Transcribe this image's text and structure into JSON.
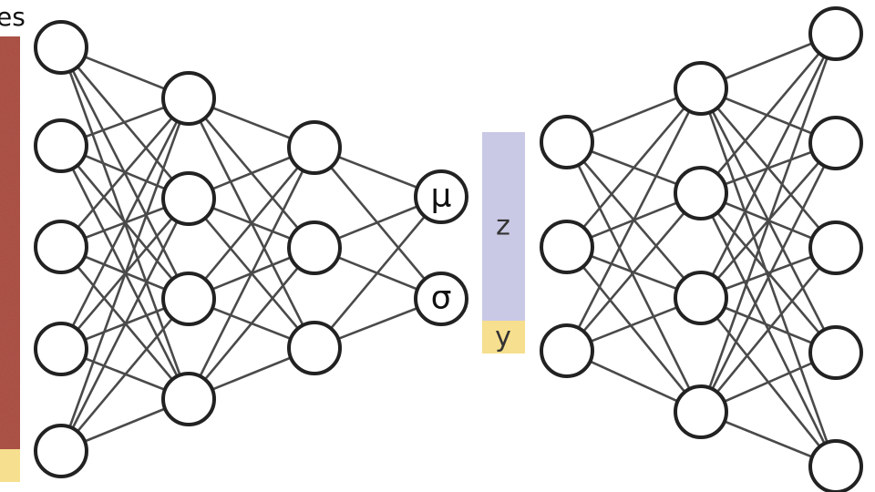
{
  "labels": {
    "top_left": "es",
    "mu": "μ",
    "sigma": "σ",
    "z": "z",
    "y": "y"
  },
  "colors": {
    "image_strip": "#b5594a",
    "label_strip": "#f6df8e",
    "z_block": "#c9c9e6",
    "y_block": "#f6df8e",
    "edge": "#4a4a4a",
    "node_stroke": "#222222"
  },
  "network": {
    "encoder_layer_sizes": [
      5,
      4,
      3,
      2
    ],
    "decoder_layer_sizes": [
      3,
      4,
      5
    ],
    "connectivity": "fully-connected"
  }
}
